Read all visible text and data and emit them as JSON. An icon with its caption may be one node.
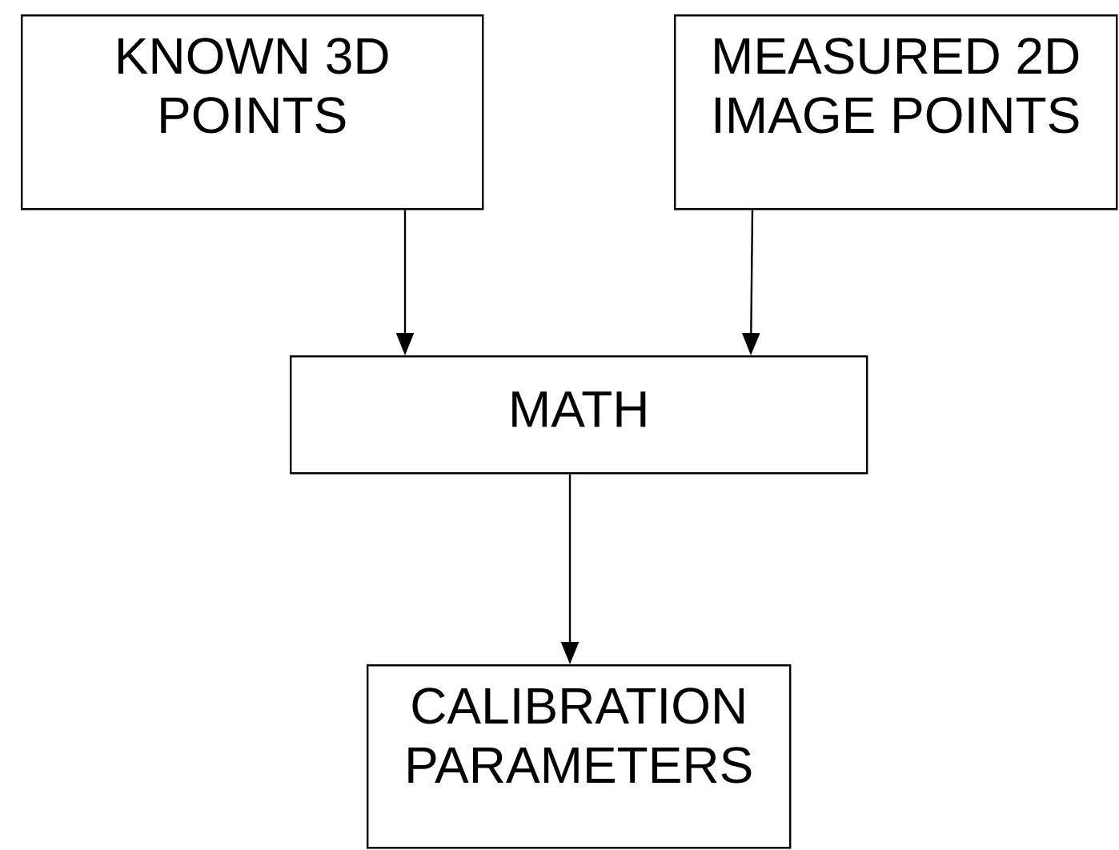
{
  "diagram": {
    "nodes": [
      {
        "text": [
          "KNOWN 3D POINTS"
        ]
      },
      {
        "text": [
          "MEASURED 2D IMAGE POINTS"
        ]
      },
      {
        "text": [
          "MATH"
        ]
      },
      {
        "text": [
          "CALIBRATION PARAMETERS"
        ]
      }
    ],
    "edges": [
      {
        "from": 0,
        "to": 2,
        "arrow": "to"
      },
      {
        "from": 1,
        "to": 2,
        "arrow": "to"
      },
      {
        "from": 2,
        "to": 3,
        "arrow": "to"
      }
    ]
  }
}
